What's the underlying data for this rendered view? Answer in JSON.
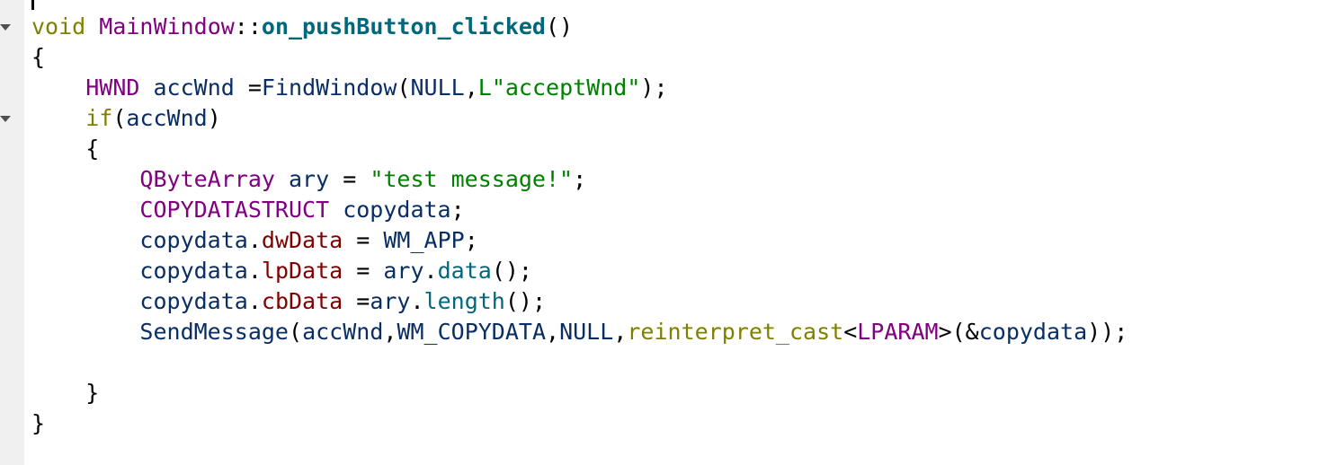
{
  "colors": {
    "keyword": "#808000",
    "type": "#800080",
    "string": "#008000",
    "function": "#00677c",
    "identifier": "#092e64",
    "member": "#800000",
    "default": "#000000",
    "gutter": "#f0f0f0",
    "fold_marker": "#505050"
  },
  "icons": {
    "fold_marker": "fold-triangle-down",
    "text_cursor": "caret"
  },
  "editor": {
    "lines": [
      {
        "name": "line-1",
        "fold": true,
        "tokens": [
          {
            "t": "void",
            "c": "keyword"
          },
          {
            "t": " ",
            "c": "default"
          },
          {
            "t": "MainWindow",
            "c": "type"
          },
          {
            "t": "::",
            "c": "default"
          },
          {
            "t": "on_pushButton_clicked",
            "c": "function",
            "b": true
          },
          {
            "t": "()",
            "c": "default"
          }
        ]
      },
      {
        "name": "line-2",
        "tokens": [
          {
            "t": "{",
            "c": "default"
          }
        ]
      },
      {
        "name": "line-3",
        "tokens": [
          {
            "t": "    ",
            "c": "default"
          },
          {
            "t": "HWND",
            "c": "type"
          },
          {
            "t": " ",
            "c": "default"
          },
          {
            "t": "accWnd",
            "c": "identifier"
          },
          {
            "t": " =",
            "c": "default"
          },
          {
            "t": "FindWindow",
            "c": "identifier"
          },
          {
            "t": "(",
            "c": "default"
          },
          {
            "t": "NULL",
            "c": "identifier"
          },
          {
            "t": ",",
            "c": "default"
          },
          {
            "t": "L\"acceptWnd\"",
            "c": "string"
          },
          {
            "t": ");",
            "c": "default"
          }
        ]
      },
      {
        "name": "line-4",
        "fold": true,
        "tokens": [
          {
            "t": "    ",
            "c": "default"
          },
          {
            "t": "if",
            "c": "keyword"
          },
          {
            "t": "(",
            "c": "default"
          },
          {
            "t": "accWnd",
            "c": "identifier"
          },
          {
            "t": ")",
            "c": "default"
          }
        ]
      },
      {
        "name": "line-5",
        "tokens": [
          {
            "t": "    {",
            "c": "default"
          }
        ]
      },
      {
        "name": "line-6",
        "tokens": [
          {
            "t": "        ",
            "c": "default"
          },
          {
            "t": "QByteArray",
            "c": "type"
          },
          {
            "t": " ",
            "c": "default"
          },
          {
            "t": "ary",
            "c": "identifier"
          },
          {
            "t": " = ",
            "c": "default"
          },
          {
            "t": "\"test message!\"",
            "c": "string"
          },
          {
            "t": ";",
            "c": "default"
          }
        ]
      },
      {
        "name": "line-7",
        "tokens": [
          {
            "t": "        ",
            "c": "default"
          },
          {
            "t": "COPYDATASTRUCT",
            "c": "type"
          },
          {
            "t": " ",
            "c": "default"
          },
          {
            "t": "copydata",
            "c": "identifier"
          },
          {
            "t": ";",
            "c": "default"
          }
        ]
      },
      {
        "name": "line-8",
        "tokens": [
          {
            "t": "        ",
            "c": "default"
          },
          {
            "t": "copydata",
            "c": "identifier"
          },
          {
            "t": ".",
            "c": "default"
          },
          {
            "t": "dwData",
            "c": "member"
          },
          {
            "t": " = ",
            "c": "default"
          },
          {
            "t": "WM_APP",
            "c": "identifier"
          },
          {
            "t": ";",
            "c": "default"
          }
        ]
      },
      {
        "name": "line-9",
        "tokens": [
          {
            "t": "        ",
            "c": "default"
          },
          {
            "t": "copydata",
            "c": "identifier"
          },
          {
            "t": ".",
            "c": "default"
          },
          {
            "t": "lpData",
            "c": "member"
          },
          {
            "t": " = ",
            "c": "default"
          },
          {
            "t": "ary",
            "c": "identifier"
          },
          {
            "t": ".",
            "c": "default"
          },
          {
            "t": "data",
            "c": "function"
          },
          {
            "t": "();",
            "c": "default"
          }
        ]
      },
      {
        "name": "line-10",
        "tokens": [
          {
            "t": "        ",
            "c": "default"
          },
          {
            "t": "copydata",
            "c": "identifier"
          },
          {
            "t": ".",
            "c": "default"
          },
          {
            "t": "cbData",
            "c": "member"
          },
          {
            "t": " =",
            "c": "default"
          },
          {
            "t": "ary",
            "c": "identifier"
          },
          {
            "t": ".",
            "c": "default"
          },
          {
            "t": "length",
            "c": "function"
          },
          {
            "t": "();",
            "c": "default"
          }
        ]
      },
      {
        "name": "line-11",
        "tokens": [
          {
            "t": "        ",
            "c": "default"
          },
          {
            "t": "SendMessage",
            "c": "identifier"
          },
          {
            "t": "(",
            "c": "default"
          },
          {
            "t": "accWnd",
            "c": "identifier"
          },
          {
            "t": ",",
            "c": "default"
          },
          {
            "t": "WM_COPYDATA",
            "c": "identifier"
          },
          {
            "t": ",",
            "c": "default"
          },
          {
            "t": "NULL",
            "c": "identifier"
          },
          {
            "t": ",",
            "c": "default"
          },
          {
            "t": "reinterpret_cast",
            "c": "keyword"
          },
          {
            "t": "<",
            "c": "default"
          },
          {
            "t": "LPARAM",
            "c": "type"
          },
          {
            "t": ">(&",
            "c": "default"
          },
          {
            "t": "copydata",
            "c": "identifier"
          },
          {
            "t": "));",
            "c": "default"
          }
        ]
      },
      {
        "name": "line-12",
        "tokens": []
      },
      {
        "name": "line-13",
        "tokens": [
          {
            "t": "    }",
            "c": "default"
          }
        ]
      },
      {
        "name": "line-14",
        "tokens": [
          {
            "t": "}",
            "c": "default"
          }
        ]
      }
    ]
  }
}
